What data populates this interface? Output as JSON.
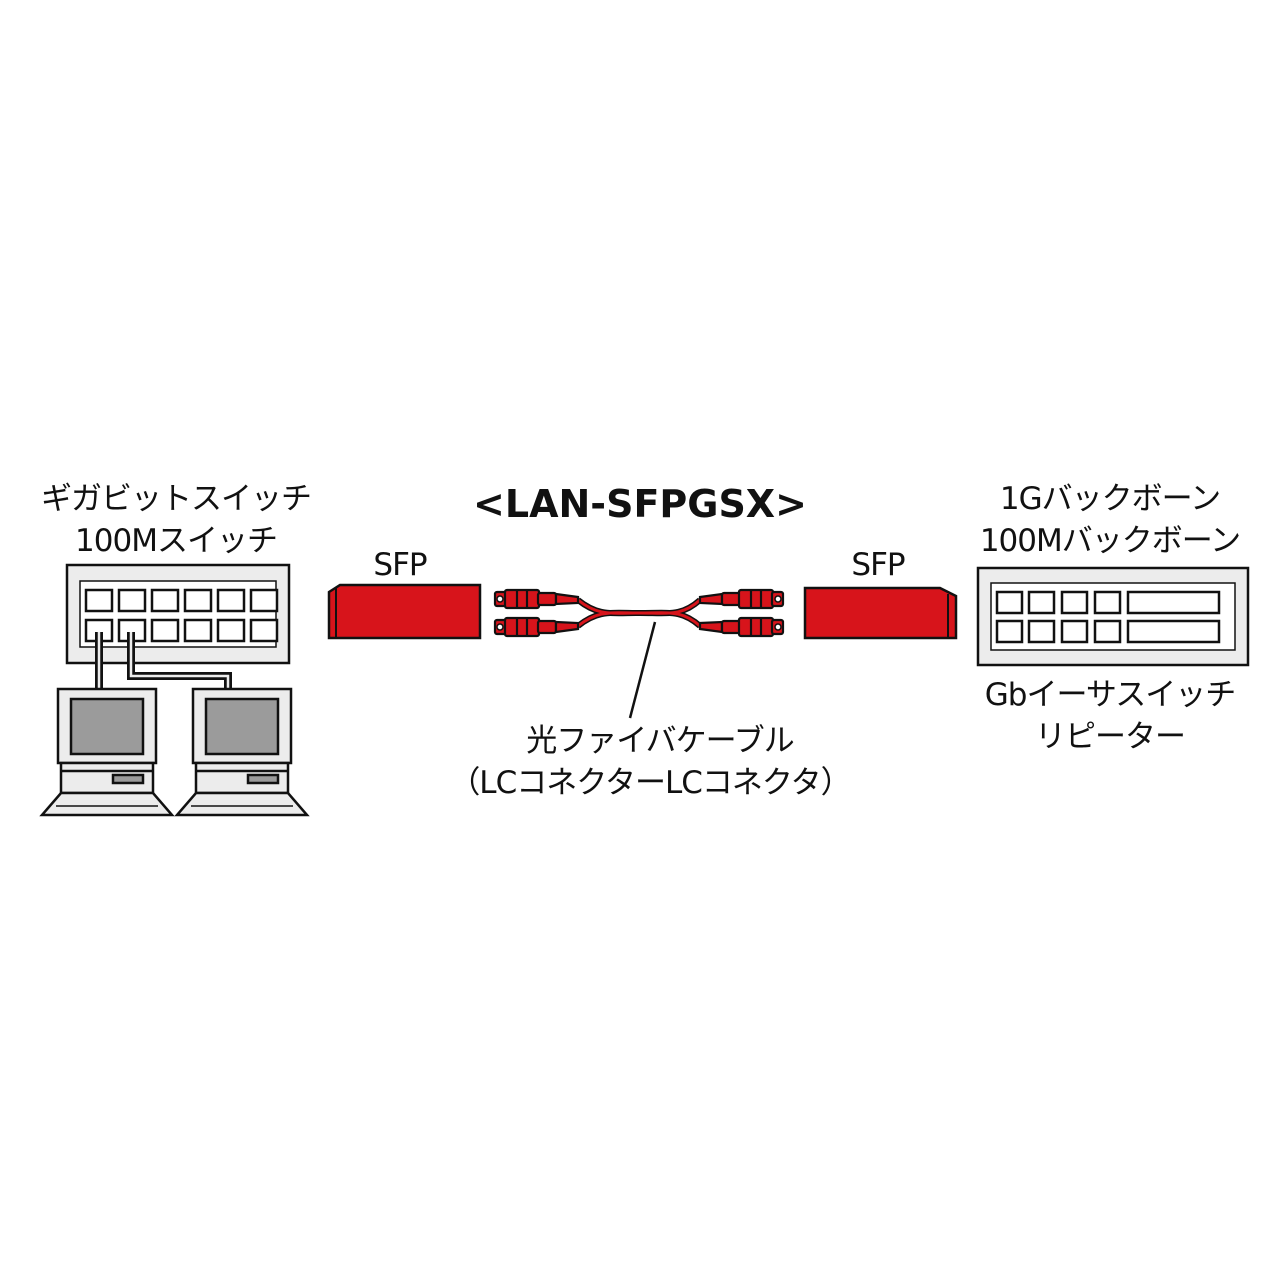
{
  "title": "<LAN-SFPGSX>",
  "left_device": {
    "label_line1": "ギガビットスイッチ",
    "label_line2": "100Mスイッチ"
  },
  "right_device": {
    "label_top_line1": "1Gバックボーン",
    "label_top_line2": "100Mバックボーン",
    "label_bottom_line1": "Gbイーサスイッチ",
    "label_bottom_line2": "リピーター"
  },
  "sfp_left": {
    "label": "SFP"
  },
  "sfp_right": {
    "label": "SFP"
  },
  "cable": {
    "label_line1": "光ファイバケーブル",
    "label_line2": "（LCコネクターLCコネクタ）"
  },
  "colors": {
    "red": "#d7141b",
    "panel_fill": "#ececec",
    "screen_gray": "#9b9b9b",
    "outline": "#111111"
  }
}
